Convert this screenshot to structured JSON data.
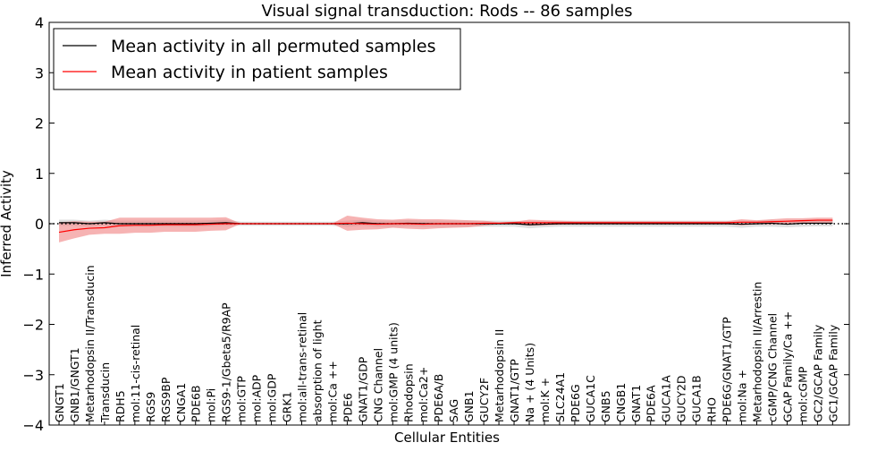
{
  "chart_data": {
    "type": "line",
    "title": "Visual signal transduction: Rods -- 86 samples",
    "xlabel": "Cellular Entities",
    "ylabel": "Inferred Activity",
    "ylim": [
      -4,
      4
    ],
    "yticks": [
      "−4",
      "−3",
      "−2",
      "−1",
      "0",
      "1",
      "2",
      "3",
      "4"
    ],
    "yticks_values": [
      -4,
      -3,
      -2,
      -1,
      0,
      1,
      2,
      3,
      4
    ],
    "legend_placement": "top-left",
    "grid": false,
    "categories": [
      "GNGT1",
      "GNB1/GNGT1",
      "Metarhodopsin II/Transducin",
      "Transducin",
      "RDH5",
      "mol:11-cis-retinal",
      "RGS9",
      "RGS9BP",
      "CNGA1",
      "PDE6B",
      "mol:Pi",
      "RGS9-1/Gbeta5/R9AP",
      "mol:GTP",
      "mol:ADP",
      "mol:GDP",
      "GRK1",
      "mol:all-trans-retinal",
      "absorption of light",
      "mol:Ca ++",
      "PDE6",
      "GNAT1/GDP",
      "CNG Channel",
      "mol:GMP (4 units)",
      "Rhodopsin",
      "mol:Ca2+",
      "PDE6A/B",
      "SAG",
      "GNB1",
      "GUCY2F",
      "Metarhodopsin II",
      "GNAT1/GTP",
      "Na + (4 Units)",
      "mol:K +",
      "SLC24A1",
      "PDE6G",
      "GUCA1C",
      "GNB5",
      "CNGB1",
      "GNAT1",
      "PDE6A",
      "GUCA1A",
      "GUCY2D",
      "GUCA1B",
      "RHO",
      "PDE6G/GNAT1/GTP",
      "mol:Na +",
      "Metarhodopsin II/Arrestin",
      "cGMP/CNG Channel",
      "GCAP Family/Ca ++",
      "mol:cGMP",
      "GC2/GCAP Family",
      "GC1/GCAP Family"
    ],
    "series": [
      {
        "name": "Mean activity in all permuted samples",
        "color": "#000000",
        "band_color": "#c8c8c8",
        "values": [
          0.02,
          0.02,
          0,
          0.02,
          0,
          0,
          0,
          0,
          0,
          0,
          0.01,
          0.02,
          0,
          0,
          0,
          0,
          0,
          0,
          0,
          0,
          0.02,
          0,
          0,
          0.01,
          0,
          0,
          0,
          0,
          0,
          0,
          0,
          -0.02,
          -0.01,
          0,
          0,
          0,
          0,
          0,
          0,
          0,
          0,
          0,
          0,
          0,
          0,
          -0.01,
          0,
          0.01,
          -0.01,
          0.01,
          0.01,
          0.01
        ],
        "std": [
          0.06,
          0.06,
          0.06,
          0.06,
          0.06,
          0.06,
          0.06,
          0.06,
          0.06,
          0.06,
          0.06,
          0.06,
          0.04,
          0.04,
          0.04,
          0.04,
          0.04,
          0.04,
          0.04,
          0.06,
          0.06,
          0.06,
          0.06,
          0.06,
          0.06,
          0.06,
          0.06,
          0.06,
          0.06,
          0.06,
          0.06,
          0.07,
          0.06,
          0.06,
          0.06,
          0.06,
          0.06,
          0.06,
          0.06,
          0.06,
          0.06,
          0.06,
          0.06,
          0.06,
          0.06,
          0.07,
          0.06,
          0.07,
          0.06,
          0.07,
          0.06,
          0.06
        ]
      },
      {
        "name": "Mean activity in patient samples",
        "color": "#ff0000",
        "band_color": "#f08080",
        "values": [
          -0.17,
          -0.12,
          -0.09,
          -0.08,
          -0.04,
          -0.03,
          -0.03,
          -0.02,
          -0.02,
          -0.02,
          -0.01,
          0,
          0,
          0,
          0,
          0,
          0,
          0,
          0,
          0.01,
          0,
          -0.01,
          0,
          0,
          -0.01,
          0,
          0,
          0,
          0.01,
          0.01,
          0.02,
          0.02,
          0.02,
          0.02,
          0.02,
          0.02,
          0.02,
          0.02,
          0.02,
          0.02,
          0.02,
          0.02,
          0.02,
          0.02,
          0.02,
          0.03,
          0.03,
          0.04,
          0.05,
          0.06,
          0.07,
          0.07
        ],
        "std": [
          0.2,
          0.17,
          0.13,
          0.12,
          0.16,
          0.15,
          0.15,
          0.14,
          0.14,
          0.14,
          0.13,
          0.13,
          0,
          0,
          0,
          0,
          0,
          0,
          0,
          0.15,
          0.12,
          0.1,
          0.08,
          0.1,
          0.1,
          0.09,
          0.08,
          0.07,
          0.05,
          0.02,
          0.02,
          0.06,
          0.05,
          0.04,
          0.03,
          0.03,
          0.03,
          0.03,
          0.03,
          0.03,
          0.03,
          0.03,
          0.03,
          0.03,
          0.03,
          0.06,
          0.04,
          0.05,
          0.06,
          0.05,
          0.05,
          0.05
        ]
      }
    ]
  }
}
